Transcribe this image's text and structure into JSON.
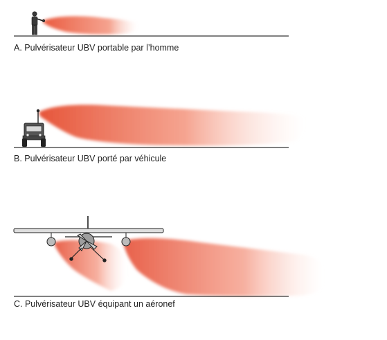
{
  "panels": [
    {
      "caption": "A. Pulvérisateur UBV portable par l’homme"
    },
    {
      "caption": "B. Pulvérisateur UBV porté par véhicule"
    },
    {
      "caption": "C. Pulvérisateur UBV équipant un aéronef"
    }
  ],
  "colors": {
    "spray": "#ef6b4f",
    "ground": "#000000",
    "equipment": "#333333"
  }
}
